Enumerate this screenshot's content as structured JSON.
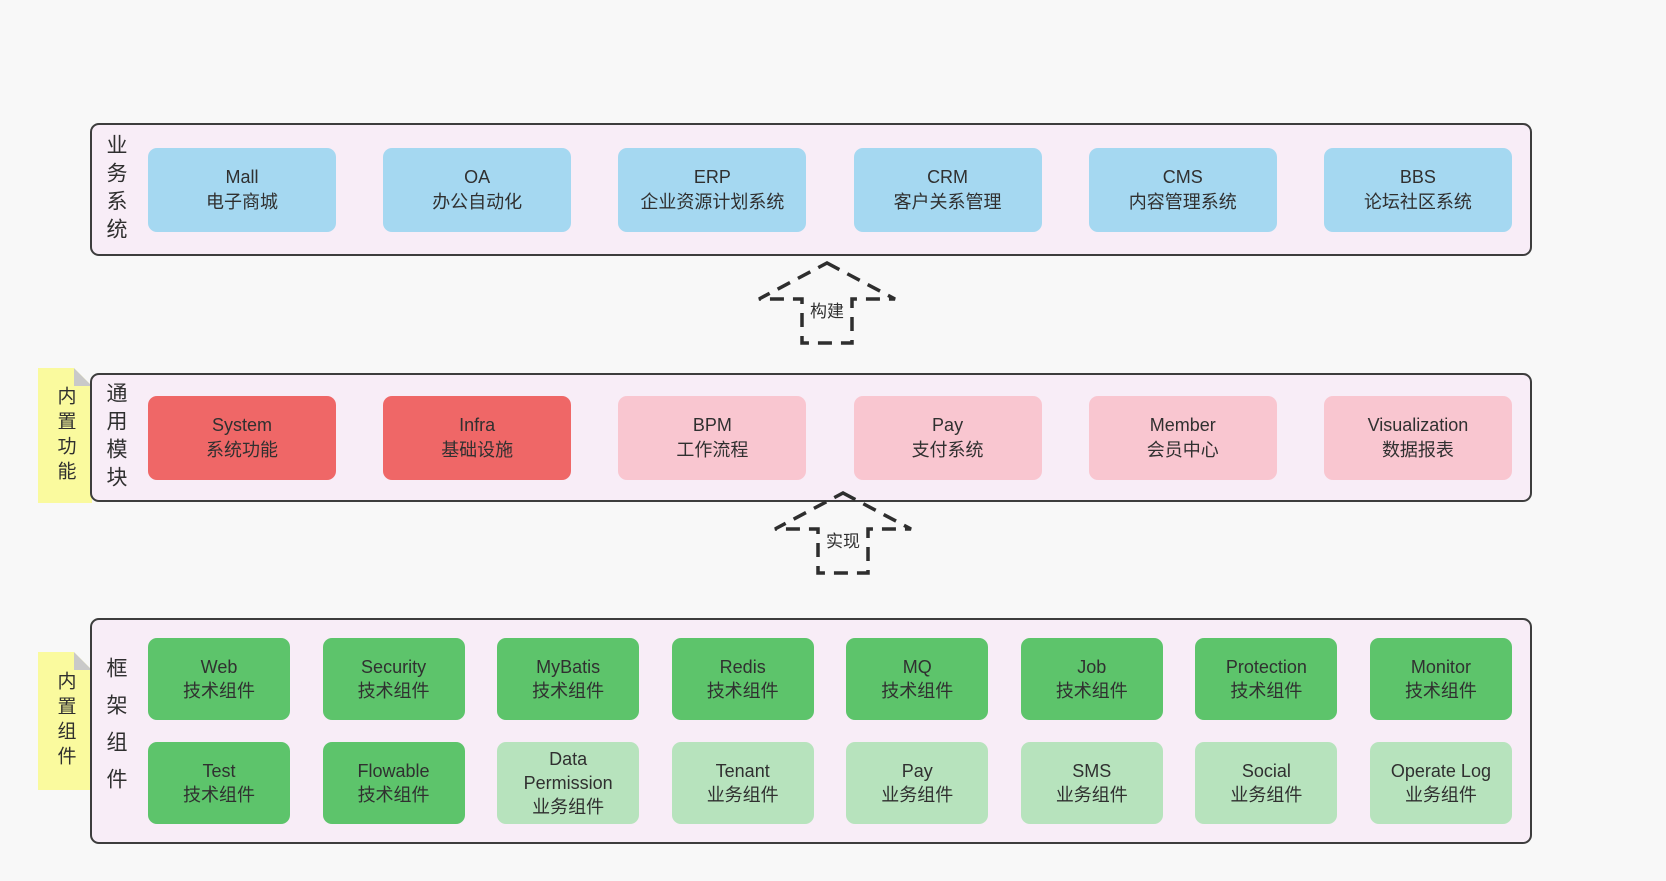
{
  "diagram": {
    "bands": [
      {
        "label": "业务系统",
        "boxes": [
          {
            "en": "Mall",
            "zh": "电子商城"
          },
          {
            "en": "OA",
            "zh": "办公自动化"
          },
          {
            "en": "ERP",
            "zh": "企业资源计划系统"
          },
          {
            "en": "CRM",
            "zh": "客户关系管理"
          },
          {
            "en": "CMS",
            "zh": "内容管理系统"
          },
          {
            "en": "BBS",
            "zh": "论坛社区系统"
          }
        ]
      },
      {
        "label": "通用模块",
        "sticky": "内置功能",
        "boxes": [
          {
            "en": "System",
            "zh": "系统功能"
          },
          {
            "en": "Infra",
            "zh": "基础设施"
          },
          {
            "en": "BPM",
            "zh": "工作流程"
          },
          {
            "en": "Pay",
            "zh": "支付系统"
          },
          {
            "en": "Member",
            "zh": "会员中心"
          },
          {
            "en": "Visualization",
            "zh": "数据报表"
          }
        ]
      },
      {
        "label": "框架组件",
        "sticky": "内置组件",
        "rows": [
          [
            {
              "en": "Web",
              "zh": "技术组件"
            },
            {
              "en": "Security",
              "zh": "技术组件"
            },
            {
              "en": "MyBatis",
              "zh": "技术组件"
            },
            {
              "en": "Redis",
              "zh": "技术组件"
            },
            {
              "en": "MQ",
              "zh": "技术组件"
            },
            {
              "en": "Job",
              "zh": "技术组件"
            },
            {
              "en": "Protection",
              "zh": "技术组件"
            },
            {
              "en": "Monitor",
              "zh": "技术组件"
            }
          ],
          [
            {
              "en": "Test",
              "zh": "技术组件"
            },
            {
              "en": "Flowable",
              "zh": "技术组件"
            },
            {
              "en": "Data Permission",
              "zh": "业务组件"
            },
            {
              "en": "Tenant",
              "zh": "业务组件"
            },
            {
              "en": "Pay",
              "zh": "业务组件"
            },
            {
              "en": "SMS",
              "zh": "业务组件"
            },
            {
              "en": "Social",
              "zh": "业务组件"
            },
            {
              "en": "Operate Log",
              "zh": "业务组件"
            }
          ]
        ]
      }
    ],
    "arrows": [
      {
        "label": "构建"
      },
      {
        "label": "实现"
      }
    ],
    "colors": {
      "background": "#f8f8f8",
      "band_fill": "#f8edf7",
      "band_border": "#3d3d3d",
      "blue_box": "#a5d8f1",
      "red_box": "#ef6767",
      "pink_box": "#f9c6d0",
      "green_box": "#5dc46b",
      "light_green_box": "#b7e3bd",
      "sticky_note": "#fafa9e",
      "text": "#333333"
    }
  }
}
